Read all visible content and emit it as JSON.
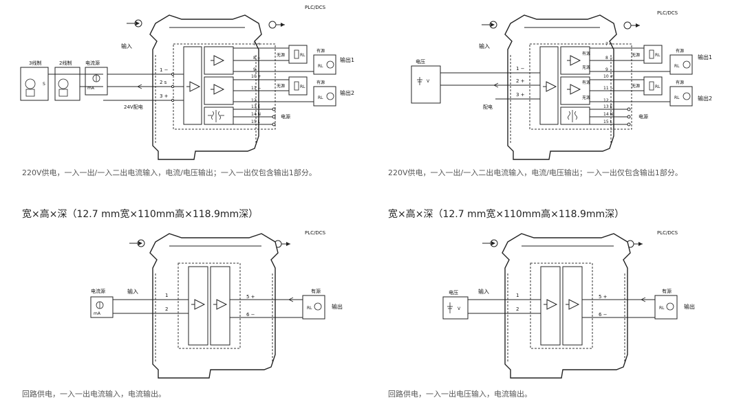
{
  "panels": [
    {
      "plc_label": "PLC/DCS",
      "input_label": "输入",
      "sources": [
        "3线制",
        "2线制",
        "电流源"
      ],
      "source_unit": "mA",
      "supply_label": "24V配电",
      "terminals_in": [
        "1 −",
        "2 s",
        "3 +"
      ],
      "terminals_out": [
        "7 +",
        "8 −",
        "9",
        "10 +",
        "11 −",
        "12",
        "13 E",
        "14 N",
        "15 L"
      ],
      "passive_label": "无源",
      "active_label": "有源",
      "load_label": "RL",
      "outputs": [
        "输出1",
        "输出2"
      ],
      "power_label": "电源",
      "caption": "220V供电，一入一出/一入二出电流输入，电流/电压输出；一入一出仅包含输出1部分。"
    },
    {
      "plc_label": "PLC/DCS",
      "input_label": "输入",
      "sources": [
        "电压"
      ],
      "source_unit": "V",
      "supply_label": "配电",
      "terminals_in": [
        "1 −",
        "2 +",
        "3 +"
      ],
      "terminals_out": [
        "7 +",
        "8 −",
        "9",
        "10 +",
        "11 −",
        "12",
        "13 E",
        "14 N",
        "15 L"
      ],
      "passive_label": "无源",
      "active_label": "有源",
      "load_label": "RL",
      "outputs": [
        "输出1",
        "输出2"
      ],
      "power_label": "电源",
      "caption": "220V供电，一入一出/一入二出电流输入，电流/电压输出；一入一出仅包含输出1部分。"
    },
    {
      "plc_label": "PLC/DCS",
      "input_label": "输入",
      "sources": [
        "电流源"
      ],
      "source_unit": "mA",
      "terminals_in": [
        "1",
        "2"
      ],
      "terminals_out": [
        "5 +",
        "6 −"
      ],
      "active_label": "有源",
      "load_label": "RL",
      "outputs": [
        "输出"
      ],
      "caption": "回路供电，一入一出电流输入，电流输出。"
    },
    {
      "plc_label": "PLC/DCS",
      "input_label": "输入",
      "sources": [
        "电压"
      ],
      "source_unit": "V",
      "terminals_in": [
        "1",
        "2"
      ],
      "terminals_out": [
        "5 +",
        "6 −"
      ],
      "active_label": "有源",
      "load_label": "RL",
      "outputs": [
        "输出"
      ],
      "caption": "回路供电，一入一出电压输入，电流输出。"
    }
  ],
  "dimensions_text": "宽×高×深（12.7 mm宽×110mm高×118.9mm深）",
  "icons": [
    "arrow-in-icon",
    "arrow-out-icon",
    "amplifier-icon",
    "transformer-icon",
    "current-source-icon",
    "voltage-source-icon",
    "load-resistor-icon",
    "ammeter-icon"
  ]
}
